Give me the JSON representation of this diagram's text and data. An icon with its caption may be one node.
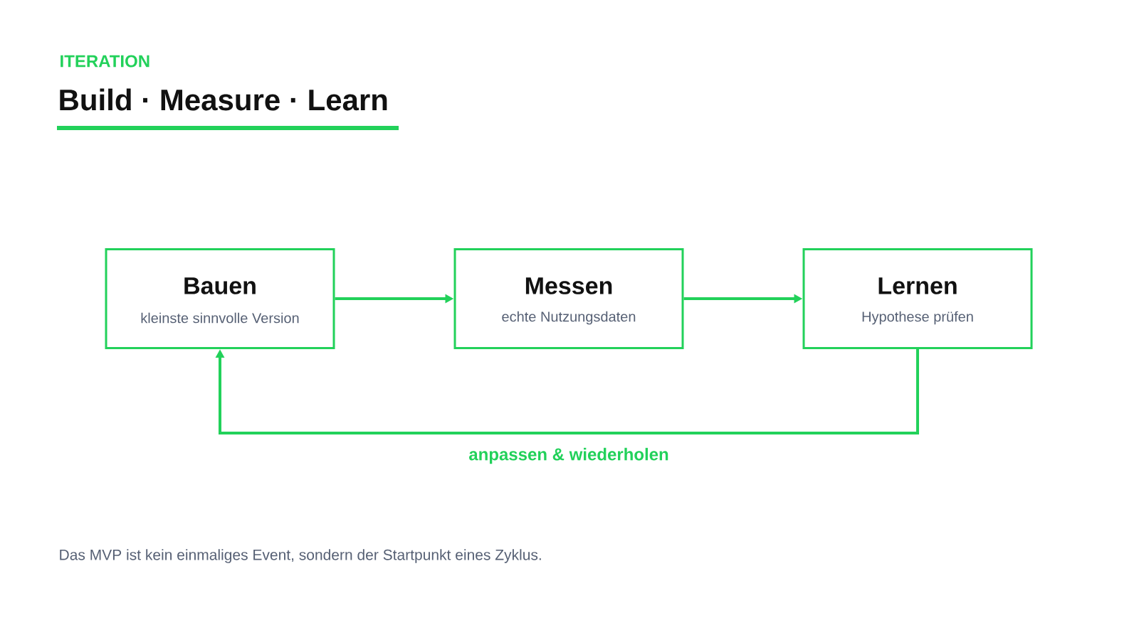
{
  "diagram": {
    "title": "Build · Measure · Learn",
    "caption": "Das MVP ist kein einmaliges Event, sondern der Startpunkt eines Zyklus.",
    "labels": [
      "ITERATION"
    ],
    "nodes": [
      {
        "text": [
          "Bauen",
          "kleinste sinnvolle Version"
        ]
      },
      {
        "text": [
          "Messen",
          "echte Nutzungsdaten"
        ]
      },
      {
        "text": [
          "Lernen",
          "Hypothese prüfen"
        ]
      }
    ],
    "edges": [
      {
        "from": 0,
        "to": 1,
        "arrow": "to"
      },
      {
        "from": 1,
        "to": 2,
        "arrow": "to"
      },
      {
        "from": 2,
        "to": 0,
        "arrow": "to",
        "label": "anpassen & wiederholen"
      }
    ]
  }
}
